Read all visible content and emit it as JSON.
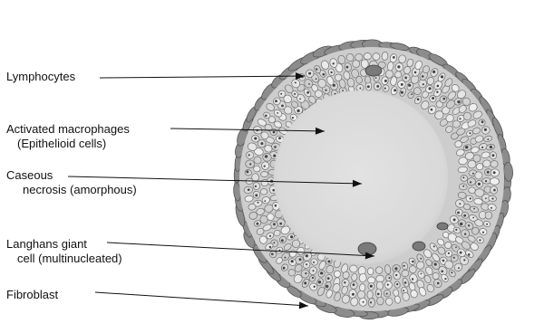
{
  "labels": {
    "lymphocytes": {
      "line1": "Lymphocytes"
    },
    "macrophages": {
      "line1": "Activated macrophages",
      "line2": "(Epithelioid cells)"
    },
    "caseous": {
      "line1": "Caseous",
      "line2": "necrosis (amorphous)"
    },
    "langhans": {
      "line1": "Langhans giant",
      "line2": "cell (multinucleated)"
    },
    "fibroblast": {
      "line1": "Fibroblast"
    }
  },
  "colors": {
    "rim": "#8c8c8c",
    "cell_wall": "#6f6f6f",
    "cell_fill": "#d8d8d8",
    "necrosis": "#dcdcdc",
    "label_text": "#111111"
  }
}
